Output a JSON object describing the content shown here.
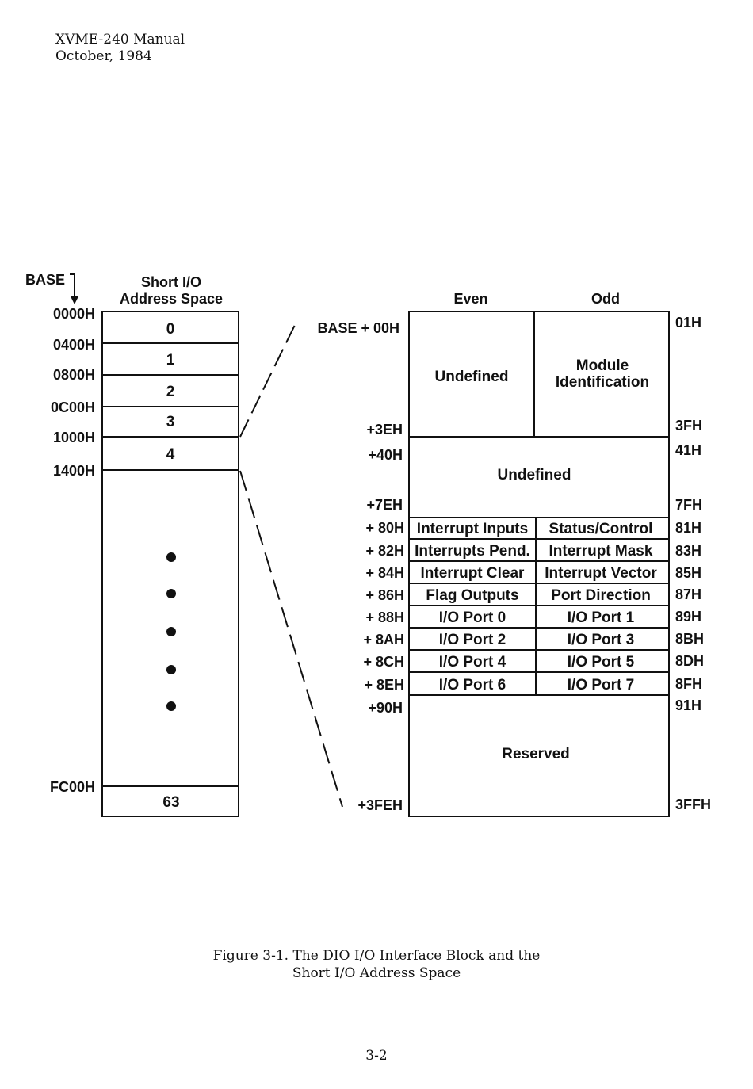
{
  "header": {
    "line1": "XVME-240 Manual",
    "line2": "October, 1984"
  },
  "short_io": {
    "base_label": "BASE",
    "title_line1": "Short I/O",
    "title_line2": "Address Space",
    "addresses": [
      "0000H",
      "0400H",
      "0800H",
      "0C00H",
      "1000H",
      "1400H"
    ],
    "last_address": "FC00H",
    "blocks": [
      "0",
      "1",
      "2",
      "3",
      "4"
    ],
    "last_block": "63"
  },
  "dio": {
    "col_even": "Even",
    "col_odd": "Odd",
    "base_label": "BASE + 00H",
    "left_offsets": [
      "+3EH",
      "+40H",
      "+7EH",
      "+ 80H",
      "+ 82H",
      "+ 84H",
      "+ 86H",
      "+ 88H",
      "+ 8AH",
      "+ 8CH",
      "+ 8EH",
      "+90H",
      "+3FEH"
    ],
    "right_offsets": [
      "01H",
      "3FH",
      "41H",
      "7FH",
      "81H",
      "83H",
      "85H",
      "87H",
      "89H",
      "8BH",
      "8DH",
      "8FH",
      "91H",
      "3FFH"
    ],
    "top_even": "Undefined",
    "top_odd_line1": "Module",
    "top_odd_line2": "Identification",
    "middle": "Undefined",
    "rows": [
      {
        "even": "Interrupt Inputs",
        "odd": "Status/Control"
      },
      {
        "even": "Interrupts Pend.",
        "odd": "Interrupt Mask"
      },
      {
        "even": "Interrupt Clear",
        "odd": "Interrupt Vector"
      },
      {
        "even": "Flag Outputs",
        "odd": "Port Direction"
      },
      {
        "even": "I/O Port 0",
        "odd": "I/O Port 1"
      },
      {
        "even": "I/O Port 2",
        "odd": "I/O Port 3"
      },
      {
        "even": "I/O Port 4",
        "odd": "I/O Port 5"
      },
      {
        "even": "I/O Port 6",
        "odd": "I/O Port 7"
      }
    ],
    "reserved": "Reserved"
  },
  "caption": {
    "line1": "Figure 3-1.  The DIO I/O Interface Block and the",
    "line2": "Short I/O Address Space"
  },
  "page_number": "3-2"
}
